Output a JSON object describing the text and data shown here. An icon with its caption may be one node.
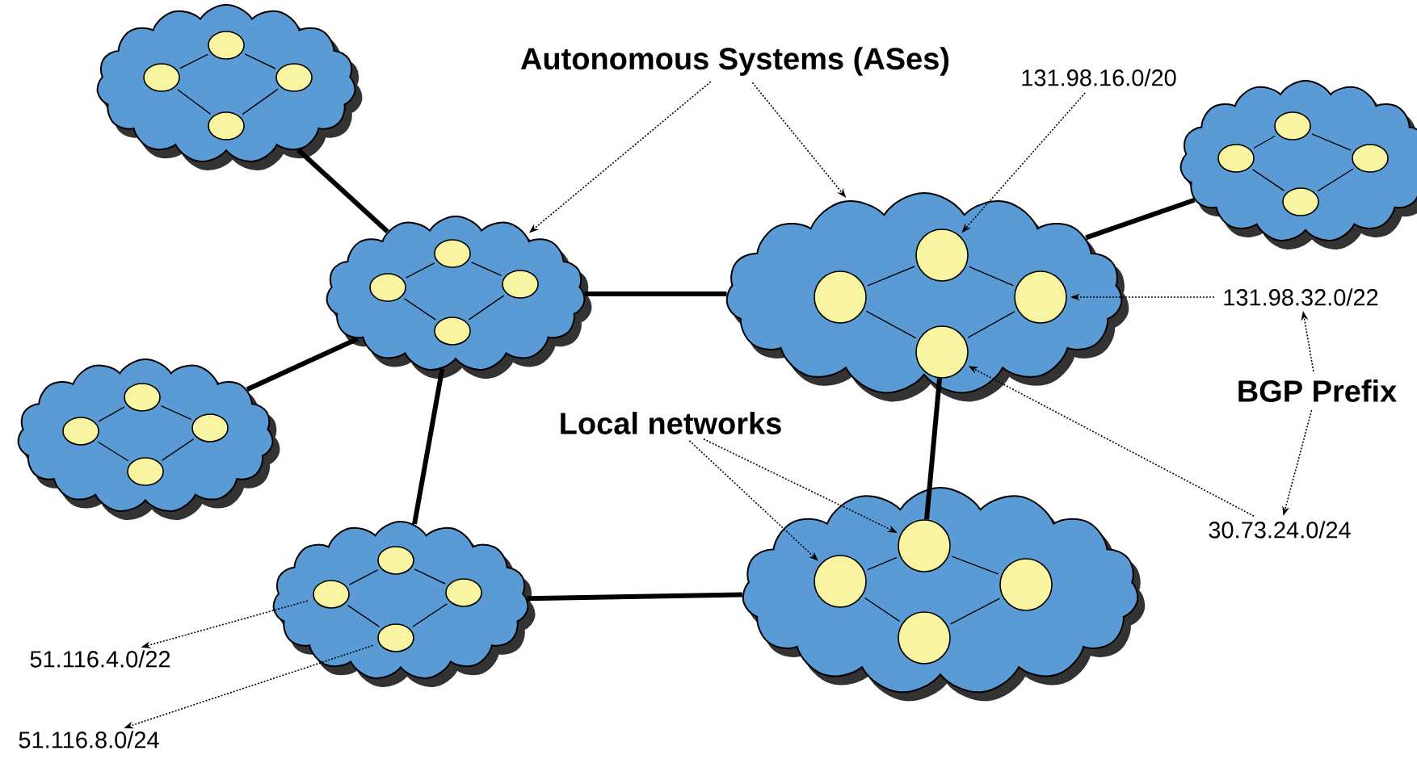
{
  "diagram": {
    "nodes": [
      {
        "text": [],
        "shape": "cloud"
      },
      {
        "text": [],
        "shape": "circle",
        "in": 0
      },
      {
        "text": [],
        "shape": "circle",
        "in": 0
      },
      {
        "text": [],
        "shape": "circle",
        "in": 0
      },
      {
        "text": [],
        "shape": "circle",
        "in": 0
      },
      {
        "text": [
          "Autonomous Systems (ASes)"
        ]
      },
      {
        "text": [
          "131.98.16.0/20"
        ]
      },
      {
        "text": [],
        "shape": "cloud"
      },
      {
        "text": [],
        "shape": "circle",
        "in": 7
      },
      {
        "text": [],
        "shape": "circle",
        "in": 7
      },
      {
        "text": [],
        "shape": "circle",
        "in": 7
      },
      {
        "text": [],
        "shape": "circle",
        "in": 7
      },
      {
        "text": [],
        "shape": "cloud"
      },
      {
        "text": [],
        "shape": "circle",
        "in": 12
      },
      {
        "text": [],
        "shape": "circle",
        "in": 12
      },
      {
        "text": [],
        "shape": "circle",
        "in": 12
      },
      {
        "text": [],
        "shape": "circle",
        "in": 12
      },
      {
        "text": [],
        "shape": "cloud"
      },
      {
        "text": [],
        "shape": "circle",
        "in": 17
      },
      {
        "text": [],
        "shape": "circle",
        "in": 17
      },
      {
        "text": [],
        "shape": "circle",
        "in": 17
      },
      {
        "text": [],
        "shape": "circle",
        "in": 17
      },
      {
        "text": [
          "131.98.32.0/22"
        ]
      },
      {
        "text": [],
        "shape": "cloud"
      },
      {
        "text": [],
        "shape": "circle",
        "in": 23
      },
      {
        "text": [],
        "shape": "circle",
        "in": 23
      },
      {
        "text": [],
        "shape": "circle",
        "in": 23
      },
      {
        "text": [],
        "shape": "circle",
        "in": 23
      },
      {
        "text": [
          "BGP Prefix"
        ]
      },
      {
        "text": [
          "Local networks"
        ]
      },
      {
        "text": [],
        "shape": "cloud"
      },
      {
        "text": [],
        "shape": "circle",
        "in": 30
      },
      {
        "text": [],
        "shape": "circle",
        "in": 30
      },
      {
        "text": [],
        "shape": "circle",
        "in": 30
      },
      {
        "text": [],
        "shape": "circle",
        "in": 30
      },
      {
        "text": [
          "30.73.24.0/24"
        ]
      },
      {
        "text": [],
        "shape": "cloud"
      },
      {
        "text": [],
        "shape": "circle",
        "in": 36
      },
      {
        "text": [],
        "shape": "circle",
        "in": 36
      },
      {
        "text": [],
        "shape": "circle",
        "in": 36
      },
      {
        "text": [],
        "shape": "circle",
        "in": 36
      },
      {
        "text": [
          "51.116.4.0/22"
        ]
      },
      {
        "text": [
          "51.116.8.0/24"
        ]
      }
    ],
    "edges": [
      {
        "from": 0,
        "to": 12,
        "arrow": "none",
        "style": "thick"
      },
      {
        "from": 12,
        "to": 17,
        "arrow": "none",
        "style": "thick"
      },
      {
        "from": 7,
        "to": 17,
        "arrow": "none",
        "style": "thick"
      },
      {
        "from": 23,
        "to": 12,
        "arrow": "none",
        "style": "thick"
      },
      {
        "from": 12,
        "to": 30,
        "arrow": "none",
        "style": "thick"
      },
      {
        "from": 30,
        "to": 36,
        "arrow": "none",
        "style": "thick"
      },
      {
        "from": 21,
        "to": 37,
        "arrow": "none",
        "style": "thick"
      },
      {
        "from": 1,
        "to": 2,
        "arrow": "none"
      },
      {
        "from": 1,
        "to": 3,
        "arrow": "none"
      },
      {
        "from": 2,
        "to": 4,
        "arrow": "none"
      },
      {
        "from": 3,
        "to": 4,
        "arrow": "none"
      },
      {
        "from": 8,
        "to": 9,
        "arrow": "none"
      },
      {
        "from": 8,
        "to": 10,
        "arrow": "none"
      },
      {
        "from": 9,
        "to": 11,
        "arrow": "none"
      },
      {
        "from": 10,
        "to": 11,
        "arrow": "none"
      },
      {
        "from": 13,
        "to": 14,
        "arrow": "none"
      },
      {
        "from": 13,
        "to": 15,
        "arrow": "none"
      },
      {
        "from": 14,
        "to": 16,
        "arrow": "none"
      },
      {
        "from": 15,
        "to": 16,
        "arrow": "none"
      },
      {
        "from": 18,
        "to": 19,
        "arrow": "none"
      },
      {
        "from": 18,
        "to": 20,
        "arrow": "none"
      },
      {
        "from": 19,
        "to": 21,
        "arrow": "none"
      },
      {
        "from": 20,
        "to": 21,
        "arrow": "none"
      },
      {
        "from": 24,
        "to": 25,
        "arrow": "none"
      },
      {
        "from": 24,
        "to": 26,
        "arrow": "none"
      },
      {
        "from": 25,
        "to": 27,
        "arrow": "none"
      },
      {
        "from": 26,
        "to": 27,
        "arrow": "none"
      },
      {
        "from": 31,
        "to": 32,
        "arrow": "none"
      },
      {
        "from": 31,
        "to": 33,
        "arrow": "none"
      },
      {
        "from": 32,
        "to": 34,
        "arrow": "none"
      },
      {
        "from": 33,
        "to": 34,
        "arrow": "none"
      },
      {
        "from": 37,
        "to": 38,
        "arrow": "none"
      },
      {
        "from": 37,
        "to": 39,
        "arrow": "none"
      },
      {
        "from": 38,
        "to": 40,
        "arrow": "none"
      },
      {
        "from": 39,
        "to": 40,
        "arrow": "none"
      },
      {
        "from": 5,
        "to": 12,
        "arrow": "to",
        "style": "dashed"
      },
      {
        "from": 5,
        "to": 17,
        "arrow": "to",
        "style": "dashed"
      },
      {
        "from": 6,
        "to": 18,
        "arrow": "to",
        "style": "dashed"
      },
      {
        "from": 22,
        "to": 20,
        "arrow": "to",
        "style": "dashed"
      },
      {
        "from": 28,
        "to": 22,
        "arrow": "to",
        "style": "dashed"
      },
      {
        "from": 28,
        "to": 35,
        "arrow": "to",
        "style": "dashed"
      },
      {
        "from": 35,
        "to": 21,
        "arrow": "to",
        "style": "dashed"
      },
      {
        "from": 29,
        "to": 38,
        "arrow": "to",
        "style": "dashed"
      },
      {
        "from": 29,
        "to": 37,
        "arrow": "to",
        "style": "dashed"
      },
      {
        "from": 32,
        "to": 41,
        "arrow": "to",
        "style": "dashed"
      },
      {
        "from": 34,
        "to": 42,
        "arrow": "to",
        "style": "dashed"
      }
    ]
  }
}
